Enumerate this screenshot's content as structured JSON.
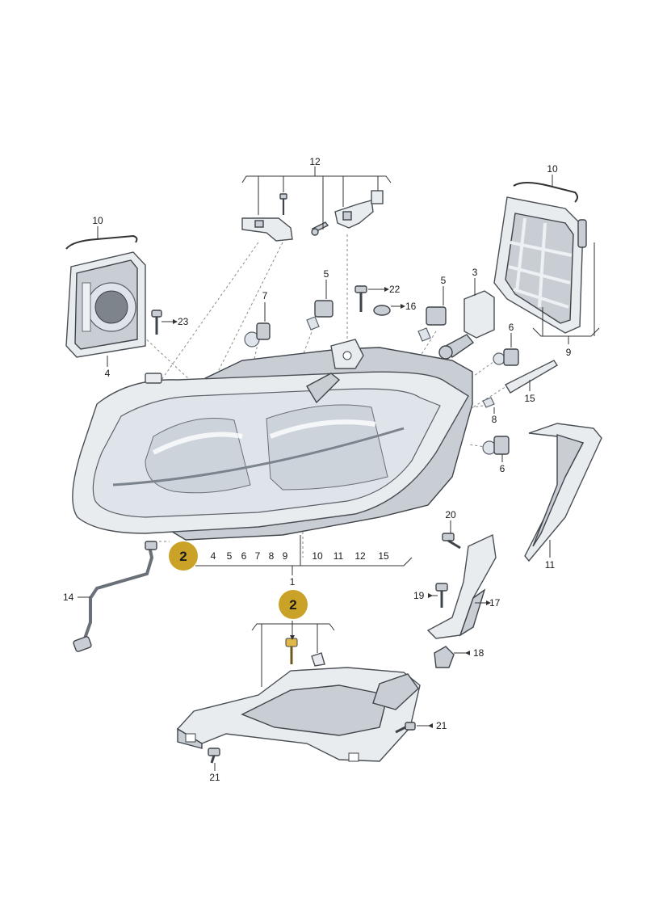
{
  "diagram": {
    "row_label_sequence": [
      "4",
      "5",
      "6",
      "7",
      "8",
      "9",
      "10",
      "11",
      "12",
      "15"
    ],
    "labels": {
      "p1": "1",
      "p2": "2",
      "p3": "3",
      "p4": "4",
      "p5": "5",
      "p6": "6",
      "p7": "7",
      "p8": "8",
      "p9": "9",
      "p10": "10",
      "p11": "11",
      "p12": "12",
      "p14": "14",
      "p15": "15",
      "p16": "16",
      "p17": "17",
      "p18": "18",
      "p19": "19",
      "p20": "20",
      "p21": "21",
      "p22": "22",
      "p23": "23"
    },
    "badge_color": "#c9a227",
    "line_color": "#555555"
  }
}
